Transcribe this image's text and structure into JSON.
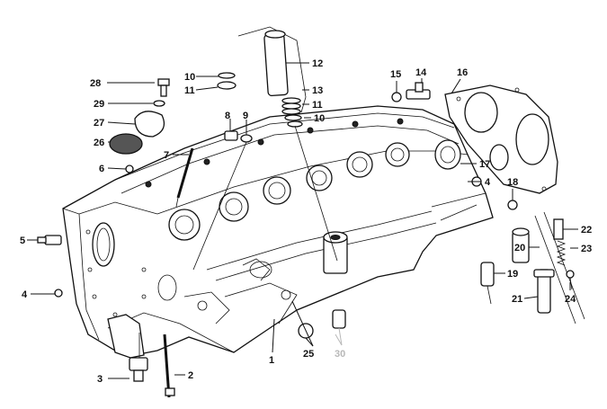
{
  "diagram": {
    "callouts": [
      {
        "id": "c28",
        "text": "28"
      },
      {
        "id": "c29",
        "text": "29"
      },
      {
        "id": "c27",
        "text": "27"
      },
      {
        "id": "c26",
        "text": "26"
      },
      {
        "id": "c6",
        "text": "6"
      },
      {
        "id": "c7",
        "text": "7"
      },
      {
        "id": "c8",
        "text": "8"
      },
      {
        "id": "c9",
        "text": "9"
      },
      {
        "id": "c10a",
        "text": "10"
      },
      {
        "id": "c11a",
        "text": "11"
      },
      {
        "id": "c12",
        "text": "12"
      },
      {
        "id": "c13",
        "text": "13"
      },
      {
        "id": "c11b",
        "text": "11"
      },
      {
        "id": "c10b",
        "text": "10"
      },
      {
        "id": "c15",
        "text": "15"
      },
      {
        "id": "c14",
        "text": "14"
      },
      {
        "id": "c16",
        "text": "16"
      },
      {
        "id": "c17",
        "text": "17"
      },
      {
        "id": "c4a",
        "text": "4"
      },
      {
        "id": "c18",
        "text": "18"
      },
      {
        "id": "c22",
        "text": "22"
      },
      {
        "id": "c20",
        "text": "20"
      },
      {
        "id": "c23",
        "text": "23"
      },
      {
        "id": "c19",
        "text": "19"
      },
      {
        "id": "c24",
        "text": "24"
      },
      {
        "id": "c21",
        "text": "21"
      },
      {
        "id": "c5",
        "text": "5"
      },
      {
        "id": "c4b",
        "text": "4"
      },
      {
        "id": "c3",
        "text": "3"
      },
      {
        "id": "c2",
        "text": "2"
      },
      {
        "id": "c1",
        "text": "1"
      },
      {
        "id": "c25",
        "text": "25"
      },
      {
        "id": "c30",
        "text": "30"
      }
    ],
    "highlight_color": "#b8b8b8"
  }
}
